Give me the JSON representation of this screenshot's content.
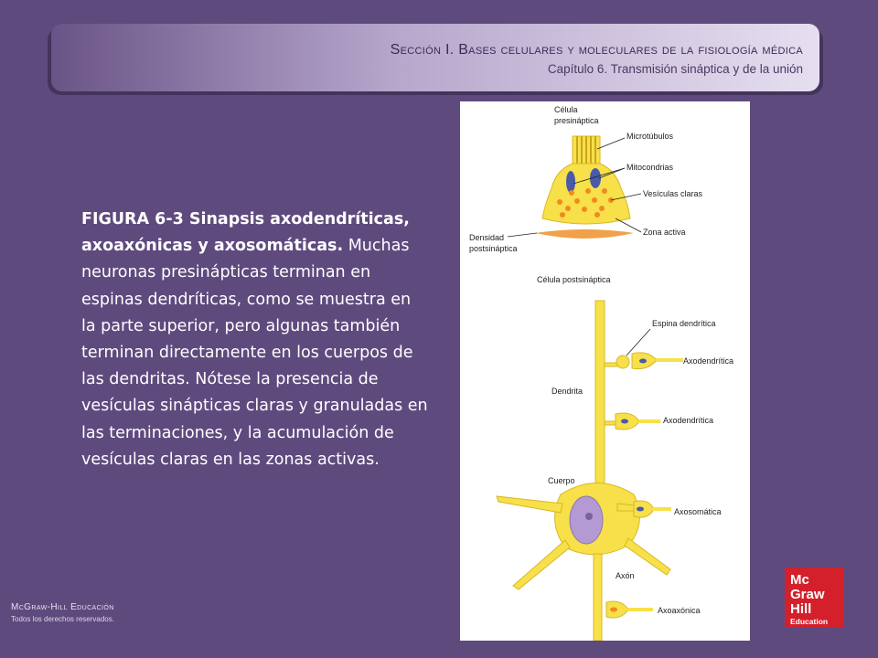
{
  "header": {
    "section_title": "Sección I.  Bases celulares y moleculares de la fisiología médica",
    "chapter_title": "Capítulo 6. Transmisión sináptica y de la unión"
  },
  "caption": {
    "figure_label": "FIGURA 6-3 Sinapsis axodendríticas, axoaxónicas y axosomáticas.",
    "body": "Muchas neuronas presinápticas terminan en espinas dendríticas, como se muestra en la parte superior, pero algunas también terminan directamente en los cuerpos de las dendritas. Nótese la presencia de vesículas sinápticas claras y granuladas en las terminaciones, y la acumulación de vesículas claras en las zonas activas."
  },
  "figure": {
    "labels": {
      "presynaptic_cell": [
        "Célula",
        "presináptica"
      ],
      "microtubules": "Microtúbulos",
      "mitochondria": "Mitocondrias",
      "clear_vesicles": "Vesículas claras",
      "active_zone": "Zona activa",
      "postsynaptic_density": [
        "Densidad",
        "postsináptica"
      ],
      "postsynaptic_cell": "Célula postsináptica",
      "dendritic_spine": "Espina dendrítica",
      "axodendritic_1": "Axodendrítica",
      "dendrite": "Dendrita",
      "axodendritic_2": "Axodendrítica",
      "body": "Cuerpo",
      "axosomatic": "Axosomática",
      "axon": "Axón",
      "axoaxonic": "Axoaxónica"
    },
    "colors": {
      "neuron": "#f7e04a",
      "neuron_outline": "#d8b923",
      "mitochondria": "#4a5aa8",
      "vesicles": "#f08a1e",
      "density": "#f0a14a",
      "nucleus": "#b49ad2"
    }
  },
  "footer": {
    "brand": "McGraw-Hill Educación",
    "rights": "Todos los derechos reservados."
  },
  "logo": {
    "line1": "Mc",
    "line2": "Graw",
    "line3": "Hill",
    "line4": "Education"
  }
}
